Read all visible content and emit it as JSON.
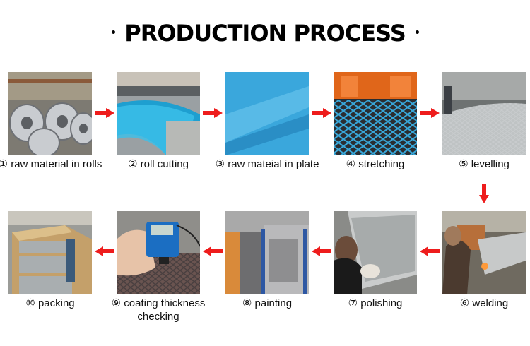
{
  "title": "PRODUCTION PROCESS",
  "steps": [
    {
      "label": "① raw material in rolls",
      "icon": "metal-coils-photo"
    },
    {
      "label": "② roll cutting",
      "icon": "cutting-machine-photo"
    },
    {
      "label": "③ raw mateial in plate",
      "icon": "metal-plate-photo"
    },
    {
      "label": "④ stretching",
      "icon": "expanded-mesh-photo"
    },
    {
      "label": "⑤ levelling",
      "icon": "levelling-photo"
    },
    {
      "label": "⑥ welding",
      "icon": "welding-photo"
    },
    {
      "label": "⑦ polishing",
      "icon": "polishing-photo"
    },
    {
      "label": "⑧ painting",
      "icon": "painting-line-photo"
    },
    {
      "label": "⑨ coating thickness checking",
      "icon": "thickness-gauge-photo"
    },
    {
      "label": "⑩ packing",
      "icon": "wooden-crate-photo"
    }
  ],
  "colors": {
    "arrow": "#ee1c1c",
    "title": "#000000"
  }
}
